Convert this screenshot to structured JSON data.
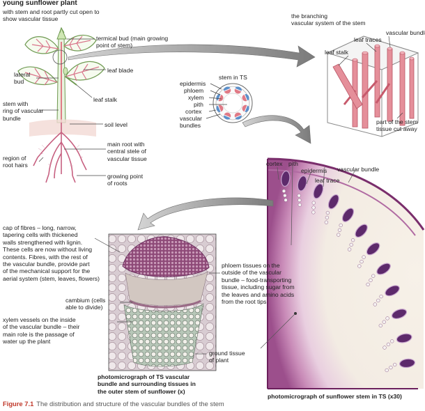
{
  "plant": {
    "title": "young sunflower plant",
    "subtitle": "with stem and root partly cut open to\nshow vascular tissue"
  },
  "labels": {
    "terminal_bud": "termical bud (main growing\npoint of stem)",
    "lateral_bud": "lateral\nbud",
    "leaf_blade": "leaf blade",
    "leaf_stalk": "leaf stalk",
    "stem_ring": "stem with\nring of vascular\nbundle",
    "soil_level": "soil level",
    "main_root": "main root with\ncentral stele of\nvascular tissue",
    "root_hairs": "region of\nroot hairs",
    "growing_point_roots": "growing point\nof roots",
    "branching_title": "the branching\nvascular system of the stem",
    "leaf_traces": "leaf traces",
    "vascular_bundles_3d": "vascular bundles",
    "leaf_stalk_3d": "leaf stalk",
    "cut_away": "part of the stem\ntissue cut away",
    "stem_in_ts": "stem in TS",
    "epidermis": "epidermis",
    "phloem": "phloem",
    "xylem": "xylem",
    "pith": "pith",
    "cortex": "cortex",
    "vascular_bundles_ts": "vascular\nbundles",
    "photo_cortex": "cortex",
    "photo_pith": "pith",
    "photo_epidermis": "epidermis",
    "photo_leaf_trace": "leaf trace",
    "photo_vascular_bundle": "vascular bundle",
    "cap_of_fibres": "cap of fibres – long, narrow,\ntapering cells with thickened\nwalls strengthened with lignin.\nThese cells are now without living\ncontents. Fibres, with the rest of\nthe vascular bundle, provide part\nof the mechanical support for the\naerial system (stem, leaves, flowers)",
    "phloem_desc": "phloem tissues on the\noutside of the vascular\nbundle – food-transporting\ntissue, including sugar from\nthe leaves and amino acids\nfrom the root tips",
    "cambium": "cambium (cells\nable to divide)",
    "xylem_desc": "xylem vessels on the inside\nof the vascular bundle – their\nmain role is the passage of\nwater up the plant",
    "ground_tissue": "ground tissue\nof plant",
    "micro_caption": "photomicrograph of TS vascular\nbundle and surrounding tissues in\nthe outer stem of sunflower (x)",
    "stem_photo_caption": "photomicrograph of sunflower stem in TS (x30)"
  },
  "caption": {
    "figure": "Figure 7.1",
    "text": "The distribution and structure of the vascular bundles of the stem"
  },
  "colors": {
    "leaf_green": "#7bbf5a",
    "leaf_pink": "#d9748a",
    "vascular_red": "#e07a86",
    "stain_purple": "#8c3f77",
    "arrow_grey": "#8a8a8a"
  }
}
